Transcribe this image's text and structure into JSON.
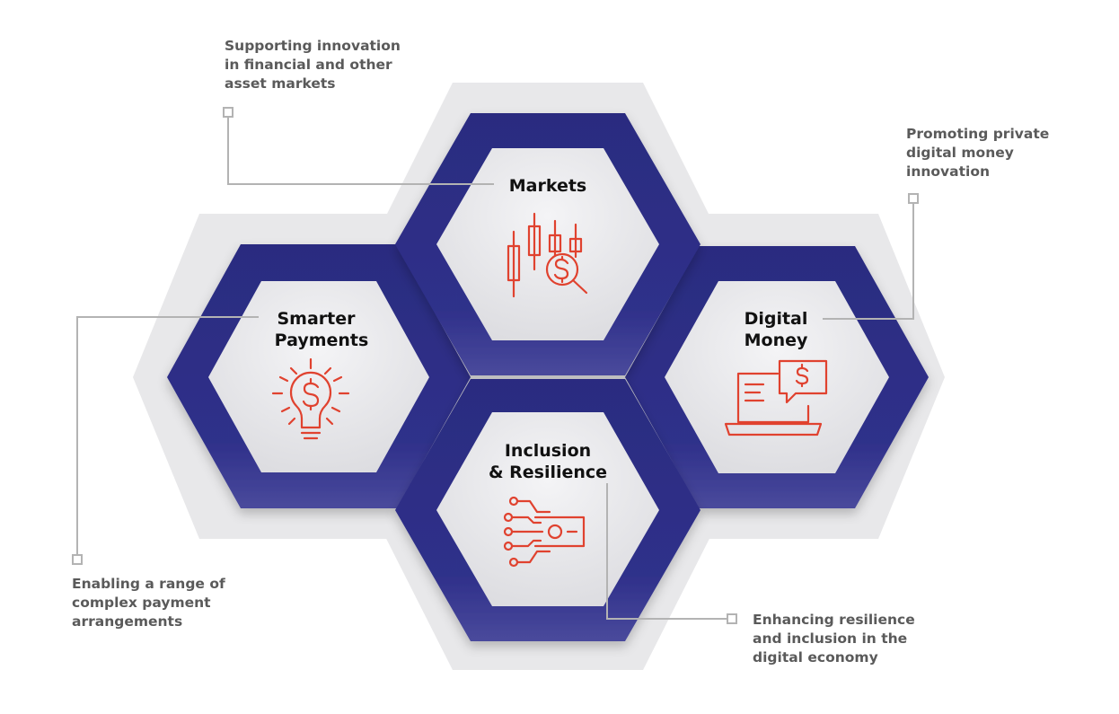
{
  "hexagons": {
    "markets": {
      "title_lines": [
        "Markets"
      ],
      "icon": "candlestick-dollar-magnifier-icon"
    },
    "smarter_payments": {
      "title_lines": [
        "Smarter",
        "Payments"
      ],
      "icon": "lightbulb-dollar-icon"
    },
    "digital_money": {
      "title_lines": [
        "Digital",
        "Money"
      ],
      "icon": "laptop-dollar-chat-icon"
    },
    "inclusion": {
      "title_lines": [
        "Inclusion",
        "& Resilience"
      ],
      "icon": "circuit-banknote-icon"
    }
  },
  "notes": {
    "markets": [
      "Supporting innovation",
      "in financial and other",
      "asset markets"
    ],
    "digital_money": [
      "Promoting private",
      "digital money",
      "innovation"
    ],
    "smarter_payments": [
      "Enabling a range of",
      "complex payment",
      "arrangements"
    ],
    "inclusion": [
      "Enhancing resilience",
      "and inclusion in the",
      "digital economy"
    ]
  },
  "colors": {
    "outer_hex": "#e8e8ea",
    "ring": "#2e2f86",
    "inner_hex": "#ececef",
    "icon": "#e0422f",
    "connector": "#b3b3b3",
    "title": "#111111",
    "note_text": "#5a5a5a"
  }
}
